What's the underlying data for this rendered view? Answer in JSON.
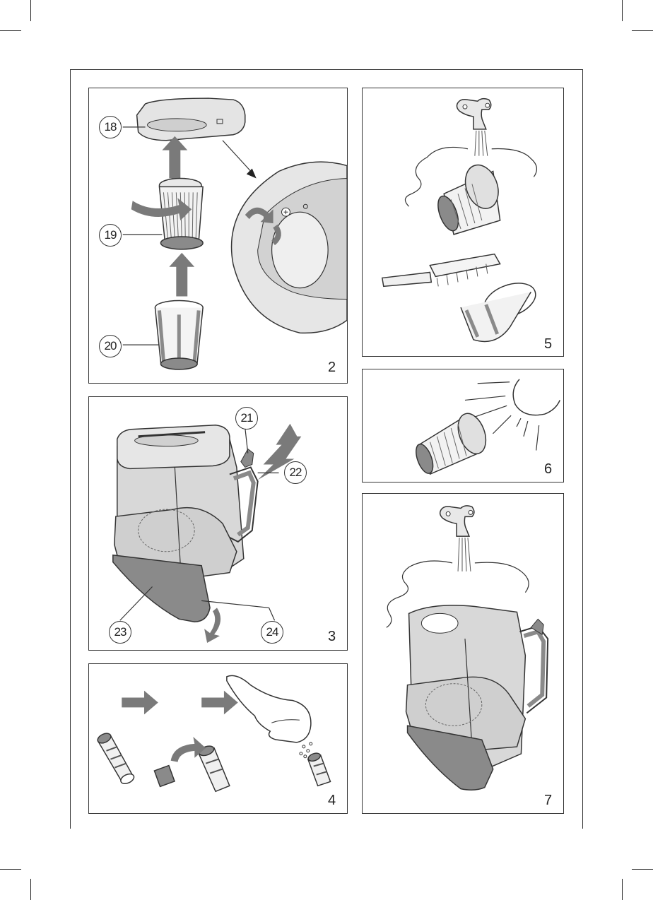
{
  "figures": {
    "fig2": {
      "number": "2",
      "callouts": [
        "18",
        "19",
        "20"
      ]
    },
    "fig3": {
      "number": "3",
      "callouts": [
        "21",
        "22",
        "23",
        "24"
      ]
    },
    "fig4": {
      "number": "4"
    },
    "fig5": {
      "number": "5"
    },
    "fig6": {
      "number": "6"
    },
    "fig7": {
      "number": "7"
    }
  },
  "colors": {
    "outline": "#333333",
    "part_fill": "#d8d8d8",
    "dark_fill": "#8a8a8a",
    "arrow": "#7a7a7a"
  }
}
